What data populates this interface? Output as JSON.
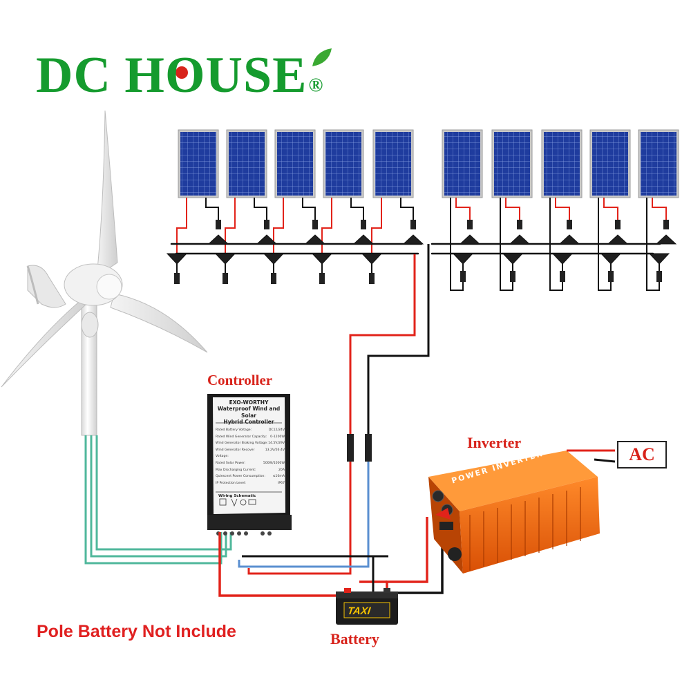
{
  "brand": {
    "name": "DC HOUSE",
    "registered_mark": "®",
    "accent_color": "#159b2e"
  },
  "labels": {
    "controller": "Controller",
    "inverter": "Inverter",
    "battery": "Battery",
    "ac": "AC"
  },
  "note": "Pole Battery Not Include",
  "controller_panel": {
    "title_line1": "EXO-WORTHY",
    "title_line2": "Waterproof Wind and Solar",
    "title_line3": "Hybrid Controller",
    "specs": [
      {
        "k": "Rated Battery Voltage:",
        "v": "DC12/24V"
      },
      {
        "k": "Rated Wind Generator Capacity:",
        "v": "0-1200W"
      },
      {
        "k": "Wind Generator Braking Voltage:",
        "v": "14.5V/29V"
      },
      {
        "k": "Wind Generator Recover Voltage:",
        "v": "13.2V/26.4V"
      },
      {
        "k": "Rated Solar Power:",
        "v": "500W/1000W"
      },
      {
        "k": "Max Discharging Current:",
        "v": "20A"
      },
      {
        "k": "Quiescent Power Consumption:",
        "v": "≤10mA"
      },
      {
        "k": "IP Protection Level:",
        "v": "IP67"
      }
    ],
    "schematic_label": "Wiring Schematic"
  },
  "inverter_panel": {
    "text": "POWER INVERTER"
  },
  "battery_panel": {
    "brand": "TAXI"
  },
  "colors": {
    "positive_wire": "#e2231a",
    "negative_wire": "#111111",
    "ac_wire_green": "#4fb79b",
    "blue_wire": "#5a8fd0",
    "panel_blue": "#1d3a9c",
    "inverter_orange": "#f06a10"
  },
  "solar_panel_count": 10
}
